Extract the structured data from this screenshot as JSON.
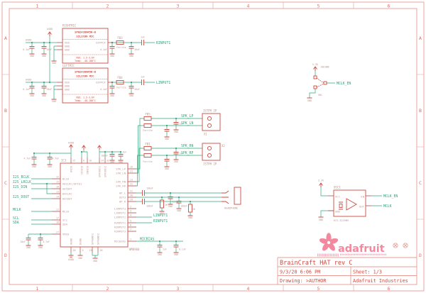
{
  "frame": {
    "cols": [
      "1",
      "2",
      "3",
      "4",
      "5",
      "6"
    ],
    "rows": [
      "A",
      "B",
      "C",
      "D"
    ]
  },
  "title_block": {
    "title": "BrainCraft HAT rev C",
    "date": "9/3/20 6:06 PM",
    "sheet": "Sheet: 1/3",
    "drawing": "Drawing: >AUTHOR",
    "company": "Adafruit Industries"
  },
  "logo": {
    "wordmark": "adafruit"
  },
  "sym": {
    "gnd": "GND",
    "agnd": "AGND",
    "avdd": "AVDD",
    "v33": "3.3V",
    "ferrite": "Ferrite"
  },
  "mic_section": {
    "cap1": "0.1uF",
    "cap2": "10uF",
    "sh1": "0.1uF",
    "sh2": "10uF",
    "right": {
      "ref": "RIGHTMIC",
      "part": "SPW2430HR5H-B",
      "subtitle": "SILICON MIC",
      "pin_vdd": "VDD",
      "pin_gnd1": "GND",
      "pin_gnd2": "GND",
      "pin_out": "OUTPUT",
      "note1": "VDD: 1.5-3.6V",
      "note2": "Temp: -40-100°C",
      "fb": "FB3",
      "cap": "1uF",
      "net": "RINPUT1"
    },
    "left": {
      "ref": "LEFTMIC",
      "part": "SPW2430HR5H-B",
      "subtitle": "SILICON MIC",
      "pin_vdd": "VDD",
      "pin_gnd1": "GND",
      "pin_gnd2": "GND",
      "pin_out": "OUTPUT",
      "note1": "VDD: 1.5-3.6V",
      "note2": "Temp: -40-100°C",
      "fb": "FB4",
      "cap": "1uF",
      "net": "LINPUT1"
    }
  },
  "ic": {
    "ref": "IC3",
    "part": "WM8960",
    "left": [
      {
        "net": "I2S_BCLK",
        "n": "12",
        "name": "BCLK"
      },
      {
        "net": "I2S_LRCLK",
        "n": "15",
        "name": "ADCLRC/GPIO1"
      },
      {
        "net": "I2S_DIN",
        "n": "16",
        "name": "ADCDAT"
      },
      {
        "net": "",
        "n": "13",
        "name": "DACLRC"
      },
      {
        "net": "I2S_DOUT",
        "n": "14",
        "name": "DACDAT"
      },
      {
        "net": "MCLK",
        "n": "11",
        "name": "MCLK"
      },
      {
        "net": "SCL",
        "n": "17",
        "name": "SCL"
      },
      {
        "net": "SDA",
        "n": "18",
        "name": "SDA"
      },
      {
        "net": "",
        "n": "27",
        "name": "VMID"
      }
    ],
    "top": [
      {
        "n": "25",
        "name": "AVDD"
      },
      {
        "n": "8",
        "name": "DCVDD"
      },
      {
        "n": "10",
        "name": "DBVDD"
      },
      {
        "n": "24",
        "name": "SPKVDD1"
      },
      {
        "n": "32",
        "name": "SPKVDD2"
      }
    ],
    "right": [
      {
        "n": "20",
        "name": "SPK_LP"
      },
      {
        "n": "21",
        "name": "SPK_LN"
      },
      {
        "n": "23",
        "name": "SPK_RN"
      },
      {
        "n": "22",
        "name": "SPK_RP"
      },
      {
        "n": "31",
        "name": "HP_L"
      },
      {
        "n": "30",
        "name": "OUT3"
      },
      {
        "n": "29",
        "name": "HP_R"
      },
      {
        "n": "2",
        "name": "LINPUT3"
      },
      {
        "n": "3",
        "name": "LINPUT2"
      },
      {
        "n": "4",
        "name": "LINPUT1"
      },
      {
        "n": "5",
        "name": "RINPUT1"
      },
      {
        "n": "6",
        "name": "RINPUT2"
      },
      {
        "n": "7",
        "name": "RINPUT3"
      },
      {
        "n": "1",
        "name": "MICBIAS"
      }
    ],
    "bottom": [
      {
        "n": "28",
        "name": "AGND"
      },
      {
        "n": "9",
        "name": "DGND"
      },
      {
        "n": "19",
        "name": "SPKGND1"
      },
      {
        "n": "26",
        "name": "SPKGND2"
      }
    ],
    "cap_l1": "4.7uF",
    "cap_l2": "4.7uF",
    "cap_r1": "100nF",
    "cap_r2": "1uF",
    "vmid_cap1": "10uF",
    "vmid_cap2": "4.7uF"
  },
  "speakers": {
    "jst": "JSTPH 2P",
    "x1": {
      "ref": "X1",
      "net_p": "SPK_LP",
      "net_n": "SPK_LN",
      "fb": "FB5",
      "cap": "1uF"
    },
    "x2": {
      "ref": "X2",
      "net_n": "SPK_RN",
      "net_p": "SPK_RP",
      "fb": "FB1",
      "cap": "1uF"
    }
  },
  "headphone": {
    "label": "HEADPHONE",
    "cap_l": "100uF",
    "cap_r": "100uF",
    "r1": "1K",
    "c1": "220uF",
    "c2": "100uF",
    "r2": "1K"
  },
  "micbias": {
    "net": "MICBIAS",
    "cap1": "1uF",
    "cap2": "0.1uF"
  },
  "osc": {
    "ref": "OSC1",
    "part": "ECS-3225MV",
    "pin_vcc": "VCC",
    "pin_en": "EN",
    "pin_out": "OUT",
    "pin_gnd": "GND",
    "net_en": "MCLK_EN",
    "net_out": "MCLK"
  },
  "jumper": {
    "note": "EN1GND",
    "ref": "SW1",
    "net": "MCLK_EN"
  }
}
